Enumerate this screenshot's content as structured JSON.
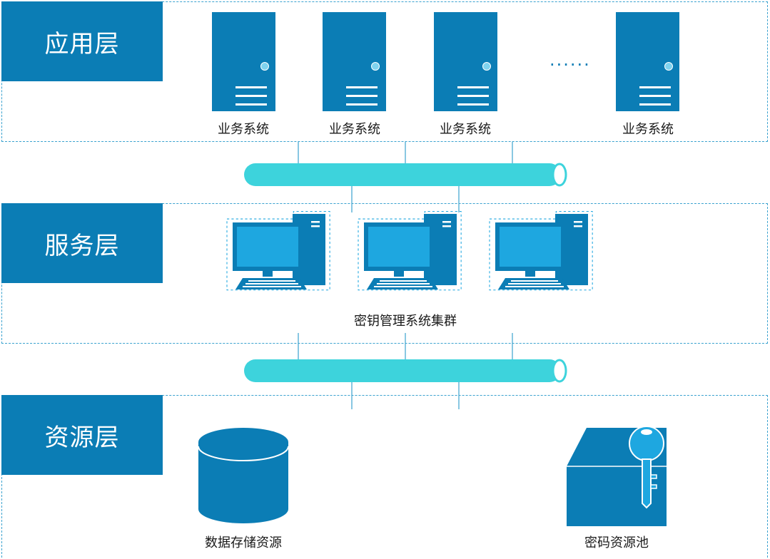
{
  "layers": {
    "app": {
      "label": "应用层"
    },
    "service": {
      "label": "服务层"
    },
    "resource": {
      "label": "资源层"
    }
  },
  "app_layer": {
    "servers": [
      {
        "label": "业务系统"
      },
      {
        "label": "业务系统"
      },
      {
        "label": "业务系统"
      },
      {
        "label": "业务系统"
      }
    ],
    "ellipsis": "......"
  },
  "service_layer": {
    "cluster_label": "密钥管理系统集群"
  },
  "resource_layer": {
    "storage_label": "数据存储资源",
    "key_pool_label": "密码资源池"
  },
  "colors": {
    "primary": "#0b7db5",
    "pipe": "#3dd3dc",
    "border": "#3aa2cf",
    "screen": "#1ea7e0"
  },
  "icons": [
    "server-icon",
    "computer-icon",
    "database-icon",
    "key-box-icon",
    "pipe-bus-icon"
  ]
}
